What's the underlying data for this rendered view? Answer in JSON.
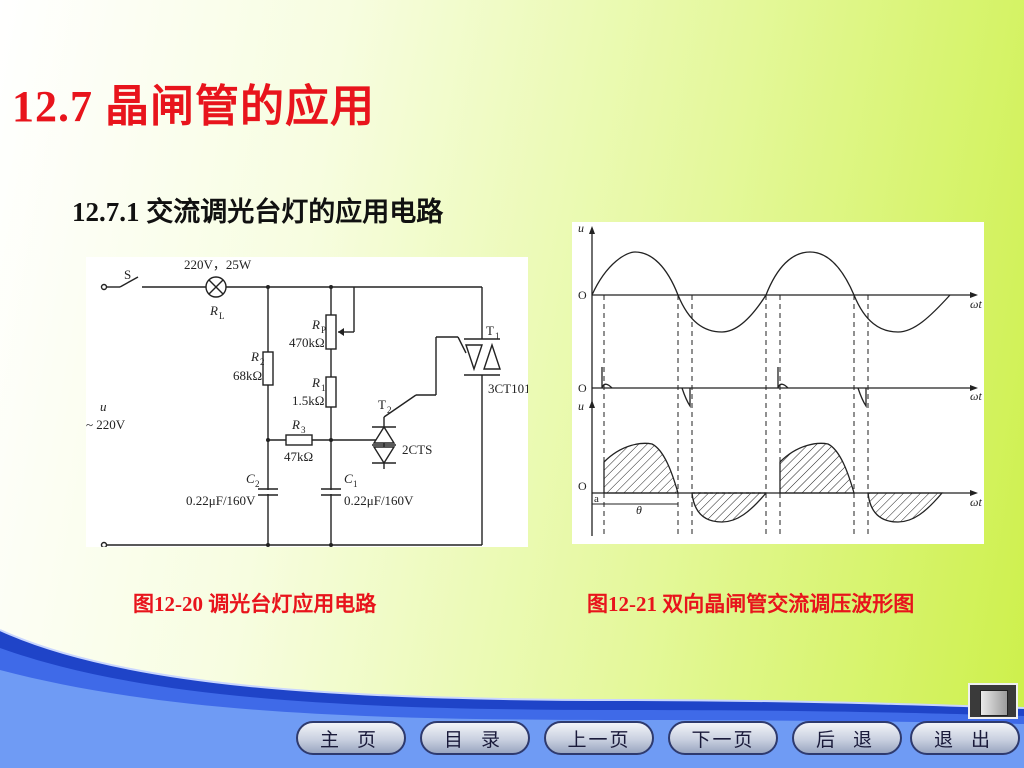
{
  "slide": {
    "title": "12.7  晶闸管的应用",
    "subtitle": "12.7.1  交流调光台灯的应用电路"
  },
  "figures": {
    "circuit": {
      "caption": "图12-20  调光台灯应用电路",
      "labels": {
        "switch": "S",
        "lamp_rating": "220V，25W",
        "lamp_ref": "R",
        "lamp_ref_sub": "L",
        "r2_ref": "R",
        "r2_sub": "2",
        "r2_value": "68kΩ",
        "rp_ref": "R",
        "rp_sub": "P",
        "rp_value": "470kΩ",
        "r1_ref": "R",
        "r1_sub": "1",
        "r1_value": "1.5kΩ",
        "r3_ref": "R",
        "r3_sub": "3",
        "r3_value": "47kΩ",
        "c2_ref": "C",
        "c2_sub": "2",
        "c2_value": "0.22μF/160V",
        "c1_ref": "C",
        "c1_sub": "1",
        "c1_value": "0.22μF/160V",
        "t1_ref": "T",
        "t1_sub": "1",
        "t1_model": "3CT101",
        "t2_ref": "T",
        "t2_sub": "2",
        "t2_model": "2CTS",
        "source_symbol": "u",
        "source_value": "~ 220V"
      }
    },
    "waveform": {
      "caption": "图12-21  双向晶闸管交流调压波形图",
      "labels": {
        "u_axis": "u",
        "origin": "O",
        "wt_axis": "ωt",
        "alpha": "a",
        "theta": "θ"
      }
    }
  },
  "nav": {
    "buttons": [
      {
        "label": "主 页"
      },
      {
        "label": "目 录"
      },
      {
        "label": "上一页"
      },
      {
        "label": "下一页"
      },
      {
        "label": "后 退"
      },
      {
        "label": "退 出"
      }
    ]
  },
  "colors": {
    "title": "#e8141c",
    "caption": "#e8141c",
    "nav_border": "#2e3a6e",
    "deco_blue": "#1f44c8"
  }
}
